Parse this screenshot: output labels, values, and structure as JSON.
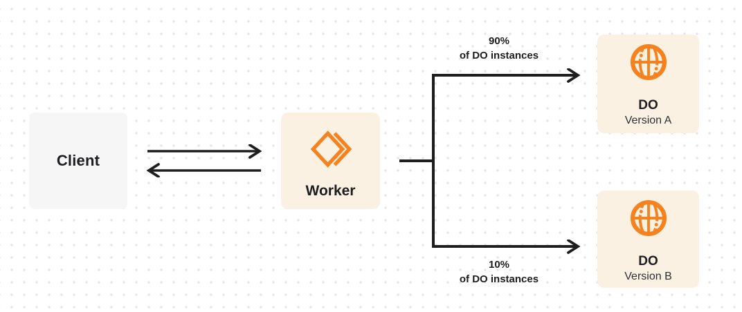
{
  "colors": {
    "accent_orange": "#F6821F",
    "card_cream": "#FAF1E2",
    "card_gray": "#F6F6F7",
    "line_dark": "#1E1E1E",
    "text_dark": "#1D1D1F",
    "dot_grid": "#E4E4E8",
    "canvas_bg": "#FFFFFF"
  },
  "icons": {
    "worker": "workers-chevron-diamond-icon",
    "durable_object": "globe-with-nodes-icon"
  },
  "diagram": {
    "client": {
      "label": "Client"
    },
    "worker": {
      "label": "Worker"
    },
    "routing": {
      "top": {
        "percent": "90%",
        "caption": "of DO instances"
      },
      "bottom": {
        "percent": "10%",
        "caption": "of DO instances"
      }
    },
    "do_version_a": {
      "title": "DO",
      "subtitle": "Version A"
    },
    "do_version_b": {
      "title": "DO",
      "subtitle": "Version B"
    }
  }
}
